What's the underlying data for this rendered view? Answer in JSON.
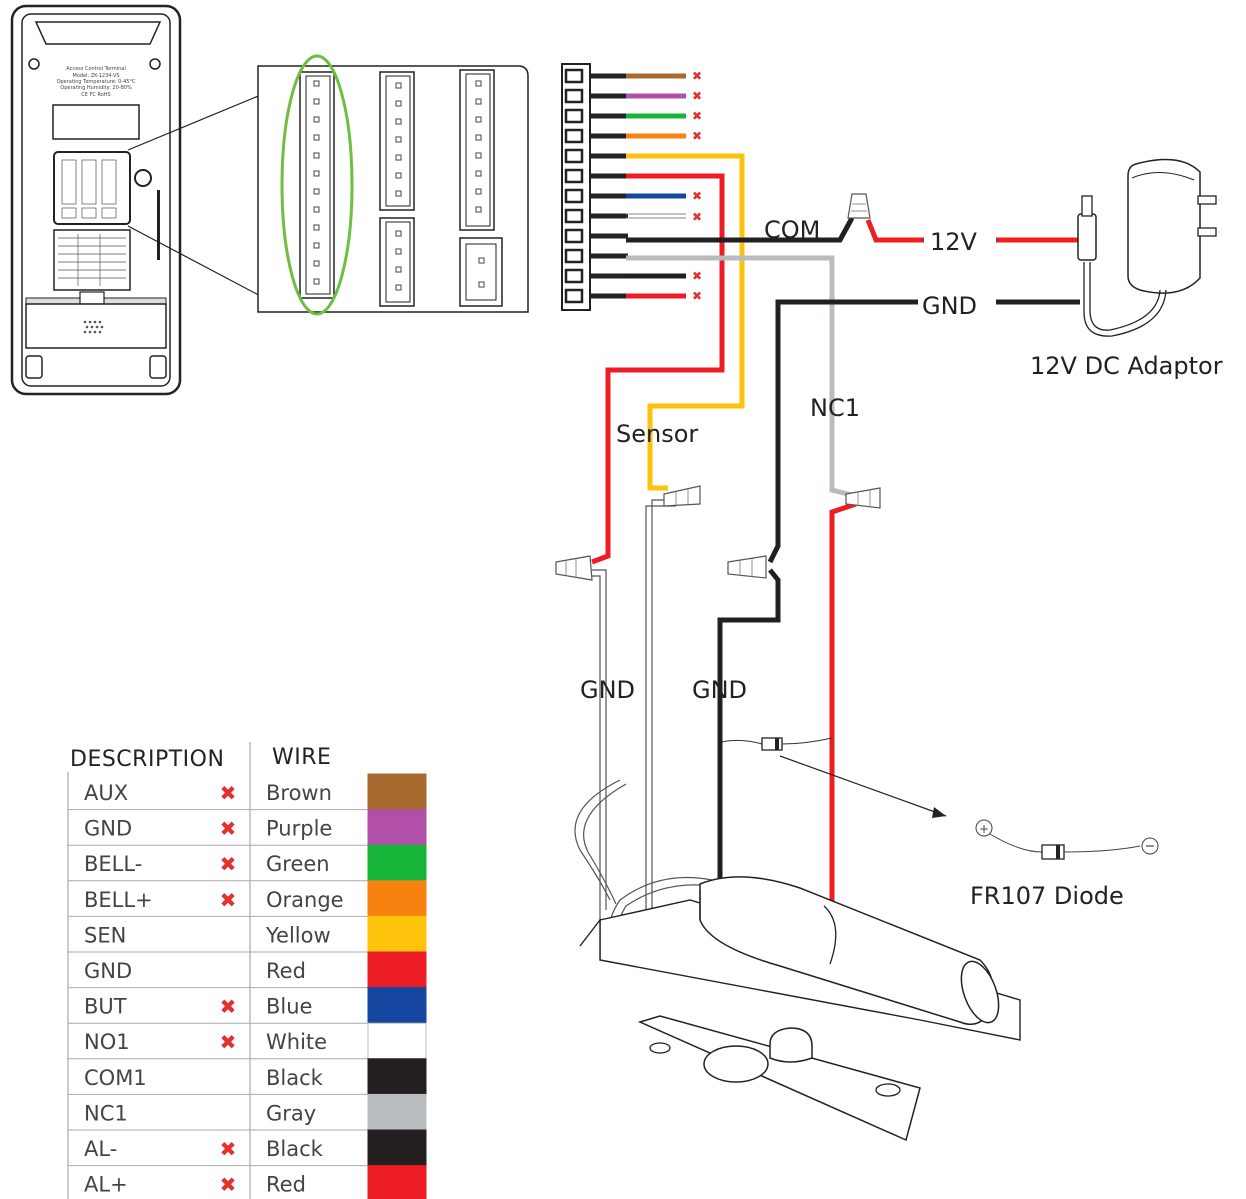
{
  "labels": {
    "com": "COM",
    "v12": "12V",
    "gnd_adapter": "GND",
    "adaptor": "12V DC Adaptor",
    "nc1": "NC1",
    "sensor": "Sensor",
    "gnd_left": "GND",
    "gnd_right": "GND",
    "diode": "FR107 Diode"
  },
  "device": {
    "title": "Access Control Terminal",
    "lines": [
      "Model: ZK-1234-VS",
      "Operating Temperature: 0-45°C",
      "Operating Humidity: 20-80%"
    ],
    "marks": "CE FC RoHS"
  },
  "table": {
    "header": {
      "description": "DESCRIPTION",
      "wire": "WIRE"
    },
    "rows": [
      {
        "description": "AUX",
        "cross": "✖",
        "wire": "Brown",
        "color": "#a8692e"
      },
      {
        "description": "GND",
        "cross": "✖",
        "wire": "Purple",
        "color": "#b24fa8"
      },
      {
        "description": "BELL-",
        "cross": "✖",
        "wire": "Green",
        "color": "#16b53a"
      },
      {
        "description": "BELL+",
        "cross": "✖",
        "wire": "Orange",
        "color": "#f7820f"
      },
      {
        "description": "SEN",
        "cross": "",
        "wire": "Yellow",
        "color": "#fdc30a"
      },
      {
        "description": "GND",
        "cross": "",
        "wire": "Red",
        "color": "#ec1d24"
      },
      {
        "description": "BUT",
        "cross": "✖",
        "wire": "Blue",
        "color": "#1546a0"
      },
      {
        "description": "NO1",
        "cross": "✖",
        "wire": "White",
        "color": "#ffffff"
      },
      {
        "description": "COM1",
        "cross": "",
        "wire": "Black",
        "color": "#231f20"
      },
      {
        "description": "NC1",
        "cross": "",
        "wire": "Gray",
        "color": "#b9bcbe"
      },
      {
        "description": "AL-",
        "cross": "✖",
        "wire": "Black",
        "color": "#231f20"
      },
      {
        "description": "AL+",
        "cross": "✖",
        "wire": "Red",
        "color": "#ec1d24"
      }
    ]
  },
  "colors": {
    "red": "#ec1d24",
    "black": "#231f20",
    "yellow": "#fdc30a",
    "gray": "#b9bcbe",
    "green_highlight": "#6cbf3f",
    "cross": "#e53030"
  },
  "icons": [
    "wire-nut-icon",
    "power-adapter-icon",
    "diode-icon",
    "electric-strike-lock-icon",
    "cross-mark-icon"
  ]
}
